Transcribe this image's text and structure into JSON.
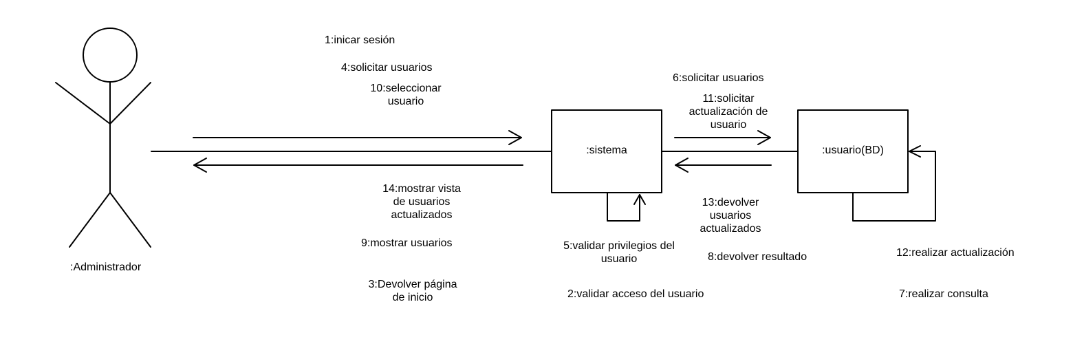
{
  "actor": {
    "label": ":Administrador",
    "icon": "stick-figure-icon"
  },
  "objects": {
    "sistema": ":sistema",
    "usuario_bd": ":usuario(BD)"
  },
  "messages": {
    "m1": "1:inicar sesión",
    "m2": "2:validar acceso del usuario",
    "m3_line1": "3:Devolver página",
    "m3_line2": "de inicio",
    "m4": "4:solicitar usuarios",
    "m5_line1": "5:validar privilegios del",
    "m5_line2": "usuario",
    "m6": "6:solicitar usuarios",
    "m7": "7:realizar consulta",
    "m8": "8:devolver resultado",
    "m9": "9:mostrar usuarios",
    "m10_line1": "10:seleccionar",
    "m10_line2": "usuario",
    "m11_line1": "11:solicitar",
    "m11_line2": "actualización de",
    "m11_line3": "usuario",
    "m12": "12:realizar actualización",
    "m13_line1": "13:devolver",
    "m13_line2": "usuarios",
    "m13_line3": "actualizados",
    "m14_line1": "14:mostrar vista",
    "m14_line2": "de usuarios",
    "m14_line3": "actualizados"
  },
  "colors": {
    "stroke": "#000000",
    "background": "#ffffff"
  }
}
